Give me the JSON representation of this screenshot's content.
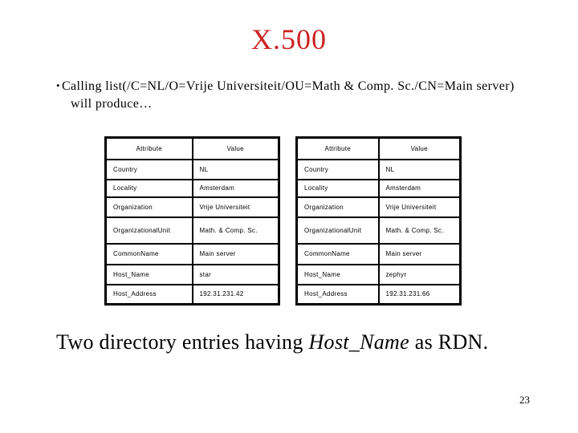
{
  "slide": {
    "title": "X.500",
    "bullet": {
      "marker": "•",
      "line1": "Calling list(/C=NL/O=Vrije Universiteit/OU=Math & Comp. Sc./CN=Main server)",
      "line2": "will produce…"
    },
    "caption": {
      "prefix": "Two directory entries having ",
      "emphasis": "Host_Name",
      "suffix": " as RDN."
    },
    "page_number": "23",
    "colors": {
      "title_red": "#cc2222",
      "text": "#000000",
      "table_border": "#000000",
      "background": "#ffffff"
    }
  },
  "tables": [
    {
      "name": "directory-entry-star",
      "headers": [
        "Attribute",
        "Value"
      ],
      "rows": [
        [
          "Country",
          "NL"
        ],
        [
          "Locality",
          "Amsterdam"
        ],
        [
          "Organization",
          "Vrije Universiteit"
        ],
        [
          "OrganizationalUnit",
          "Math. & Comp. Sc."
        ],
        [
          "CommonName",
          "Main server"
        ],
        [
          "Host_Name",
          "star"
        ],
        [
          "Host_Address",
          "192.31.231.42"
        ]
      ]
    },
    {
      "name": "directory-entry-zephyr",
      "headers": [
        "Attribute",
        "Value"
      ],
      "rows": [
        [
          "Country",
          "NL"
        ],
        [
          "Locality",
          "Amsterdam"
        ],
        [
          "Organization",
          "Vrije Universiteit"
        ],
        [
          "OrganizationalUnit",
          "Math. & Comp. Sc."
        ],
        [
          "CommonName",
          "Main server"
        ],
        [
          "Host_Name",
          "zephyr"
        ],
        [
          "Host_Address",
          "192.31.231.66"
        ]
      ]
    }
  ]
}
